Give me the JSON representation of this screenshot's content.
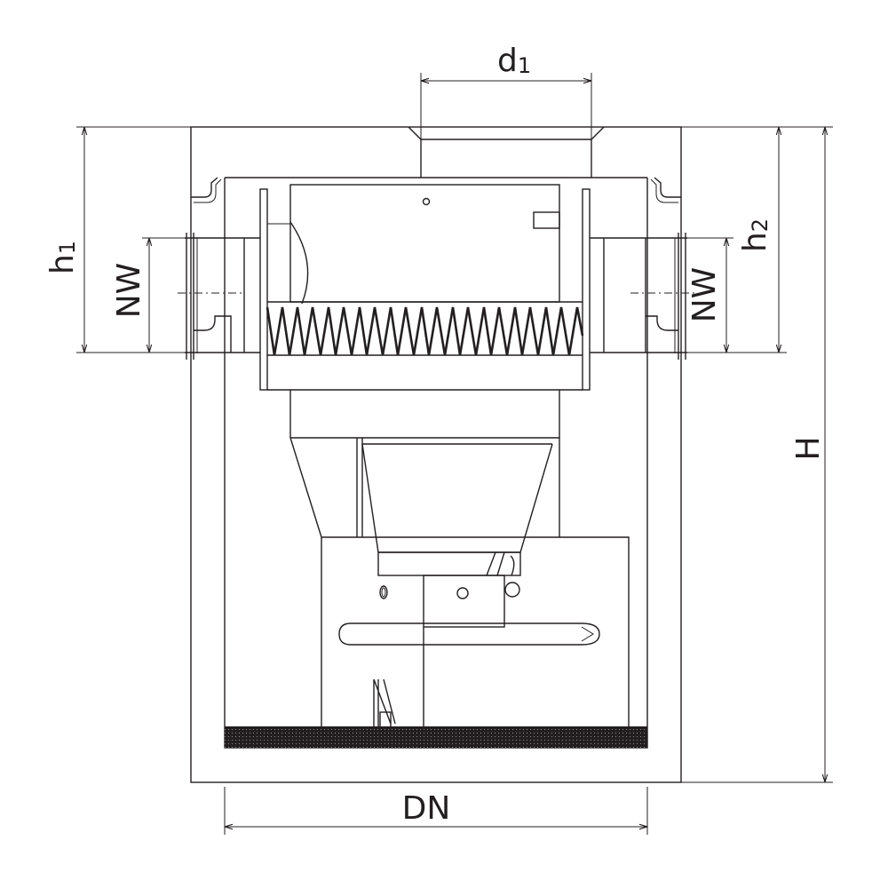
{
  "labels": {
    "d1": {
      "main": "d",
      "sub": "1"
    },
    "h1": {
      "main": "h",
      "sub": "1"
    },
    "h2": {
      "main": "h",
      "sub": "2"
    },
    "nw_left": "NW",
    "nw_right": "NW",
    "height": "H",
    "diameter": "DN"
  },
  "colors": {
    "line": "#231f20",
    "background": "#ffffff"
  }
}
